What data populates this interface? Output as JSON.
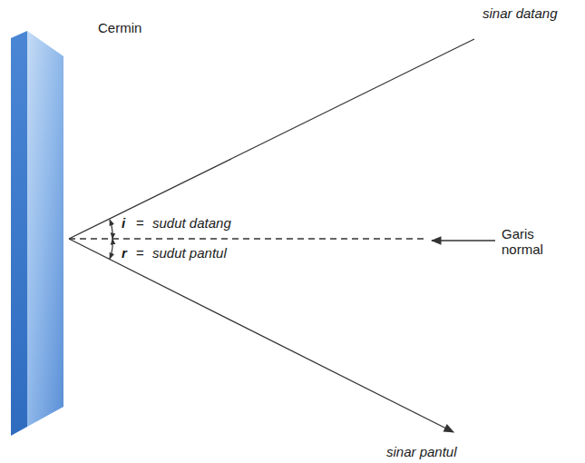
{
  "diagram": {
    "labels": [
      "Cermin",
      "sinar datang",
      "i",
      "=",
      "sudut datang",
      "r",
      "=",
      "sudut pantul",
      "Garis normal",
      "sinar pantul"
    ]
  }
}
